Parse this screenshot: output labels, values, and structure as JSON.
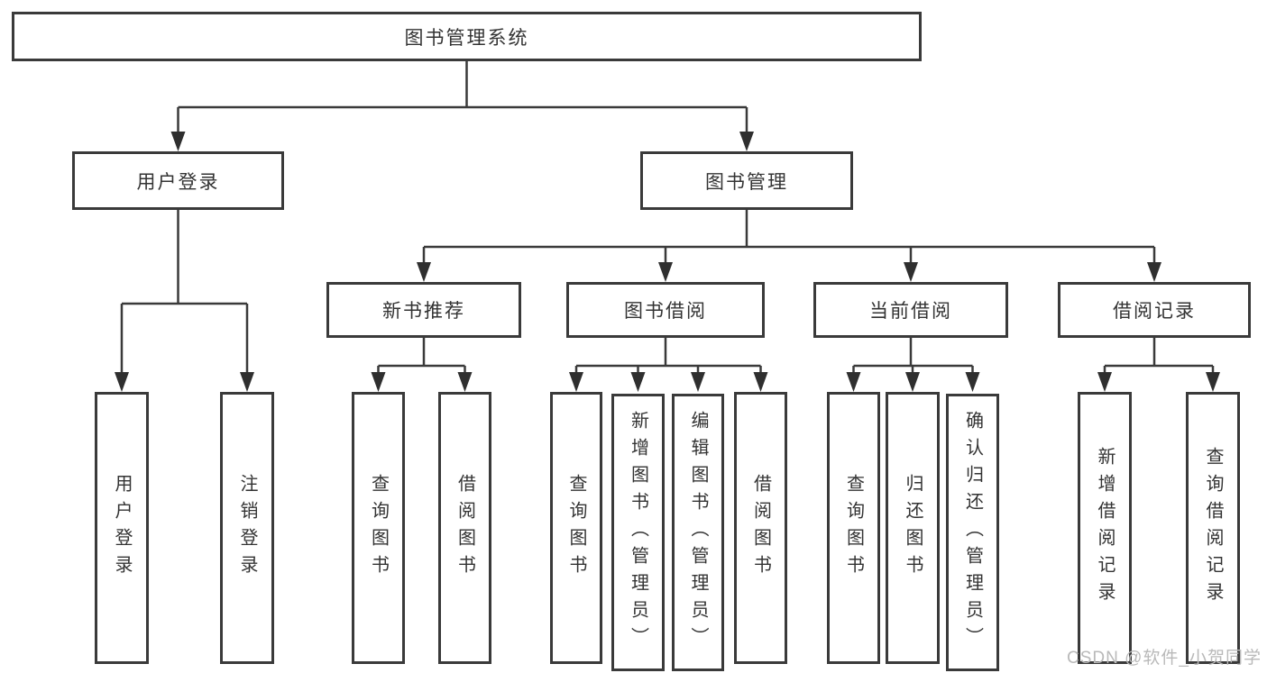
{
  "diagram": {
    "root": {
      "label": "图书管理系统"
    },
    "level2": [
      {
        "id": "user-login",
        "label": "用户登录"
      },
      {
        "id": "book-management",
        "label": "图书管理"
      }
    ],
    "level3": [
      {
        "id": "new-book-recommend",
        "label": "新书推荐"
      },
      {
        "id": "book-borrow",
        "label": "图书借阅"
      },
      {
        "id": "current-borrow",
        "label": "当前借阅"
      },
      {
        "id": "borrow-records",
        "label": "借阅记录"
      }
    ],
    "leaves": {
      "user_login": [
        {
          "label": "用户登录"
        },
        {
          "label": "注销登录"
        }
      ],
      "new_book_recommend": [
        {
          "label": "查询图书"
        },
        {
          "label": "借阅图书"
        }
      ],
      "book_borrow": [
        {
          "label": "查询图书"
        },
        {
          "label": "新增图书（管理员）"
        },
        {
          "label": "编辑图书（管理员）"
        },
        {
          "label": "借阅图书"
        }
      ],
      "current_borrow": [
        {
          "label": "查询图书"
        },
        {
          "label": "归还图书"
        },
        {
          "label": "确认归还（管理员）"
        }
      ],
      "borrow_records": [
        {
          "label": "新增借阅记录"
        },
        {
          "label": "查询借阅记录"
        }
      ]
    }
  },
  "watermark": {
    "text": "CSDN @软件_小贺同学"
  },
  "colors": {
    "border": "#3a3a3a",
    "line": "#3a3a3a",
    "arrow": "#2f2f2f",
    "text": "#333333",
    "watermark": "#b9b9b9",
    "background": "#ffffff"
  }
}
